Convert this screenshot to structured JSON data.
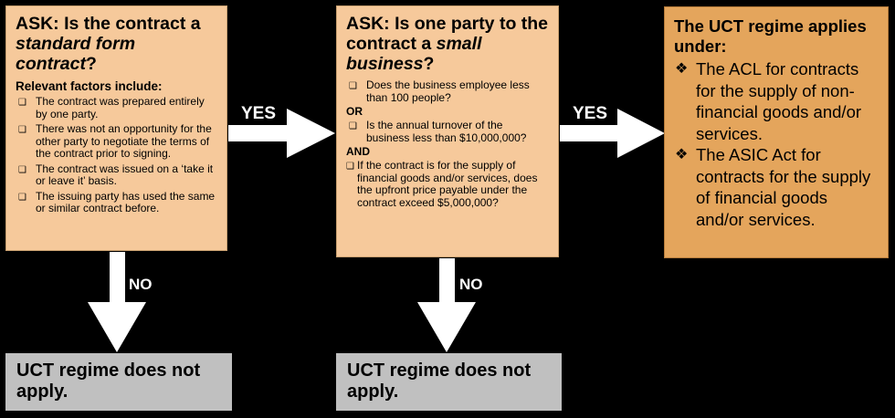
{
  "box1": {
    "ask_prefix": "ASK: Is the contract a ",
    "ask_emph": "standard form contract",
    "ask_suffix": "?",
    "factors_title": "Relevant factors include:",
    "factors": [
      "The contract was prepared entirely by one party.",
      "There was not an opportunity for the other party to negotiate the terms of the contract prior to signing.",
      "The contract was issued on a ‘take it or leave it’ basis.",
      "The issuing party has used the same or similar contract before."
    ]
  },
  "box2": {
    "ask_prefix": "ASK: Is one party to the contract a ",
    "ask_emph": "small business",
    "ask_suffix": "?",
    "item1": "Does the business employee less than 100 people?",
    "or": "OR",
    "item2": "Is the annual turnover of the business less than $10,000,000?",
    "and": "AND",
    "item3": "If the contract is for the supply of financial goods and/or services, does the upfront price payable under the contract exceed $5,000,000?"
  },
  "box3": {
    "title": "The UCT regime applies under:",
    "items": [
      "The ACL for contracts for the supply of non-financial goods and/or services.",
      "The ASIC Act for contracts for the supply of financial goods and/or services."
    ]
  },
  "no_box_1": "UCT regime does not apply.",
  "no_box_2": "UCT regime does not apply.",
  "labels": {
    "yes1": "YES",
    "yes2": "YES",
    "no1": "NO",
    "no2": "NO"
  },
  "colors": {
    "question_box": "#f6c99b",
    "result_box": "#e4a55c",
    "negative_box": "#c0c0c0",
    "arrow": "#ffffff",
    "background": "#000000"
  },
  "icons": {
    "checkbox_bullet": "square-bullet-icon",
    "diamond_bullet": "diamond-bullet-icon"
  }
}
